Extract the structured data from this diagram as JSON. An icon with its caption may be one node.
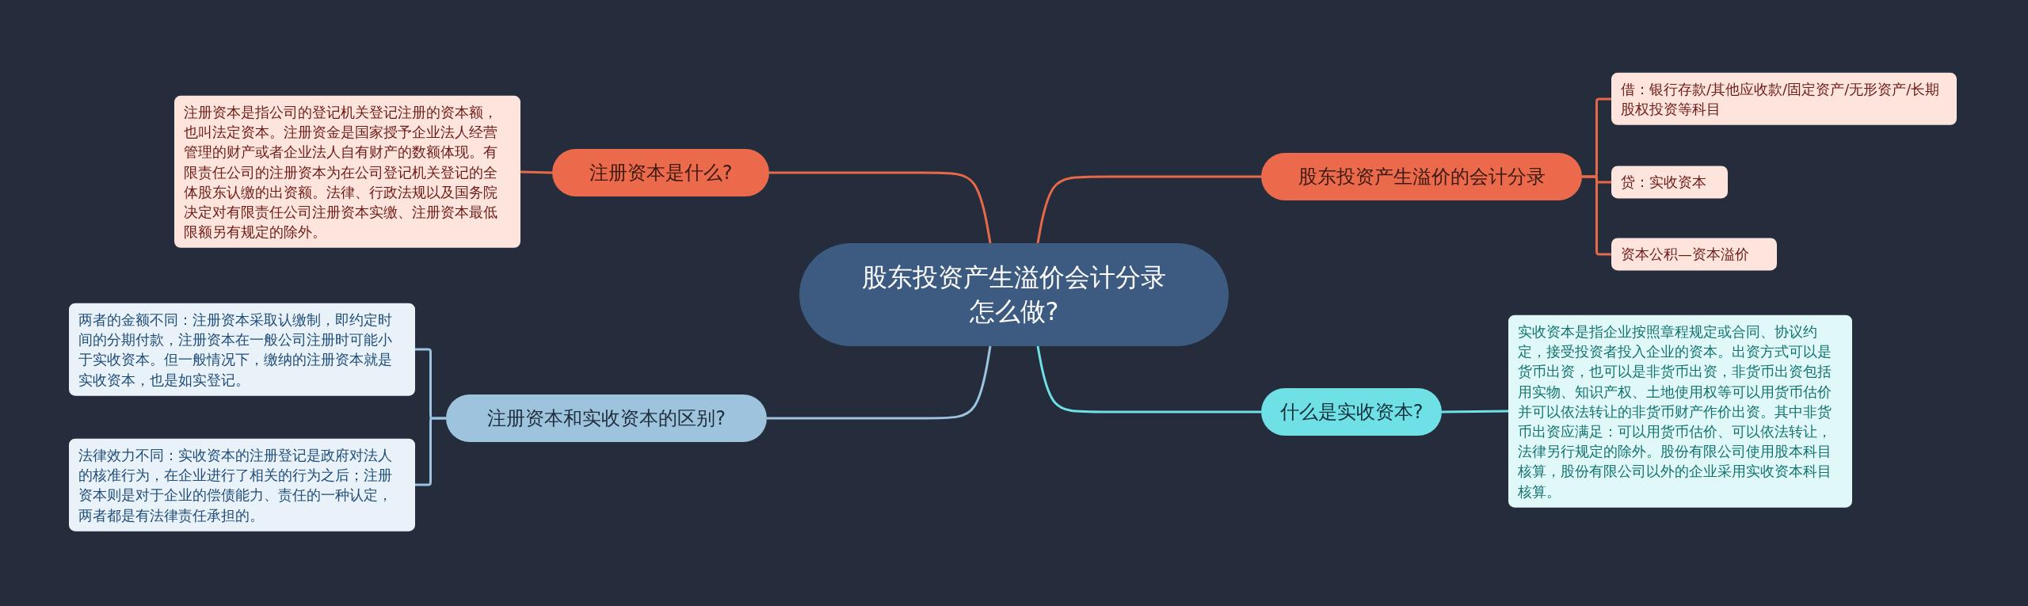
{
  "diagram": {
    "nodes": [
      {
        "text": [
          "股东投资产生溢价会计分录怎么做?"
        ]
      },
      {
        "text": [
          "注册资本是什么?"
        ]
      },
      {
        "text": [
          "注册资本是指公司的登记机关登记注册的资本额，也叫法定资本。注册资金是国家授予企业法人经营管理的财产或者企业法人自有财产的数额体现。有限责任公司的注册资本为在公司登记机关登记的全体股东认缴的出资额。法律、行政法规以及国务院决定对有限责任公司注册资本实缴、注册资本最低限额另有规定的除外。"
        ]
      },
      {
        "text": [
          "注册资本和实收资本的区别?"
        ]
      },
      {
        "text": [
          "两者的金额不同：注册资本采取认缴制，即约定时间的分期付款，注册资本在一般公司注册时可能小于实收资本。但一般情况下，缴纳的注册资本就是实收资本，也是如实登记。"
        ]
      },
      {
        "text": [
          "法律效力不同：实收资本的注册登记是政府对法人的核准行为，在企业进行了相关的行为之后；注册资本则是对于企业的偿债能力、责任的一种认定，两者都是有法律责任承担的。"
        ]
      },
      {
        "text": [
          "股东投资产生溢价的会计分录"
        ]
      },
      {
        "text": [
          "借：银行存款/其他应收款/固定资产/无形资产/长期股权投资等科目"
        ]
      },
      {
        "text": [
          "贷：实收资本"
        ]
      },
      {
        "text": [
          "资本公积—资本溢价"
        ]
      },
      {
        "text": [
          "什么是实收资本?"
        ]
      },
      {
        "text": [
          "实收资本是指企业按照章程规定或合同、协议约定，接受投资者投入企业的资本。出资方式可以是货币出资，也可以是非货币出资，非货币出资包括用实物、知识产权、土地使用权等可以用货币估价并可以依法转让的非货币财产作价出资。其中非货币出资应满足：可以用货币估价、可以依法转让，法律另行规定的除外。股份有限公司使用股本科目核算，股份有限公司以外的企业采用实收资本科目核算。"
        ]
      }
    ],
    "edges": [
      {
        "from": 0,
        "to": 1,
        "arrow": "none",
        "color": "#e8694a"
      },
      {
        "from": 1,
        "to": 2,
        "arrow": "none",
        "color": "#e8694a"
      },
      {
        "from": 0,
        "to": 3,
        "arrow": "none",
        "color": "#9cc3df"
      },
      {
        "from": 3,
        "to": 4,
        "arrow": "none",
        "color": "#9cc3df"
      },
      {
        "from": 3,
        "to": 5,
        "arrow": "none",
        "color": "#9cc3df"
      },
      {
        "from": 0,
        "to": 6,
        "arrow": "none",
        "color": "#e8694a"
      },
      {
        "from": 6,
        "to": 7,
        "arrow": "none",
        "color": "#e8694a"
      },
      {
        "from": 6,
        "to": 8,
        "arrow": "none",
        "color": "#e8694a"
      },
      {
        "from": 6,
        "to": 9,
        "arrow": "none",
        "color": "#e8694a"
      },
      {
        "from": 0,
        "to": 10,
        "arrow": "none",
        "color": "#6fe0e6"
      },
      {
        "from": 10,
        "to": 11,
        "arrow": "none",
        "color": "#6fe0e6"
      }
    ]
  }
}
